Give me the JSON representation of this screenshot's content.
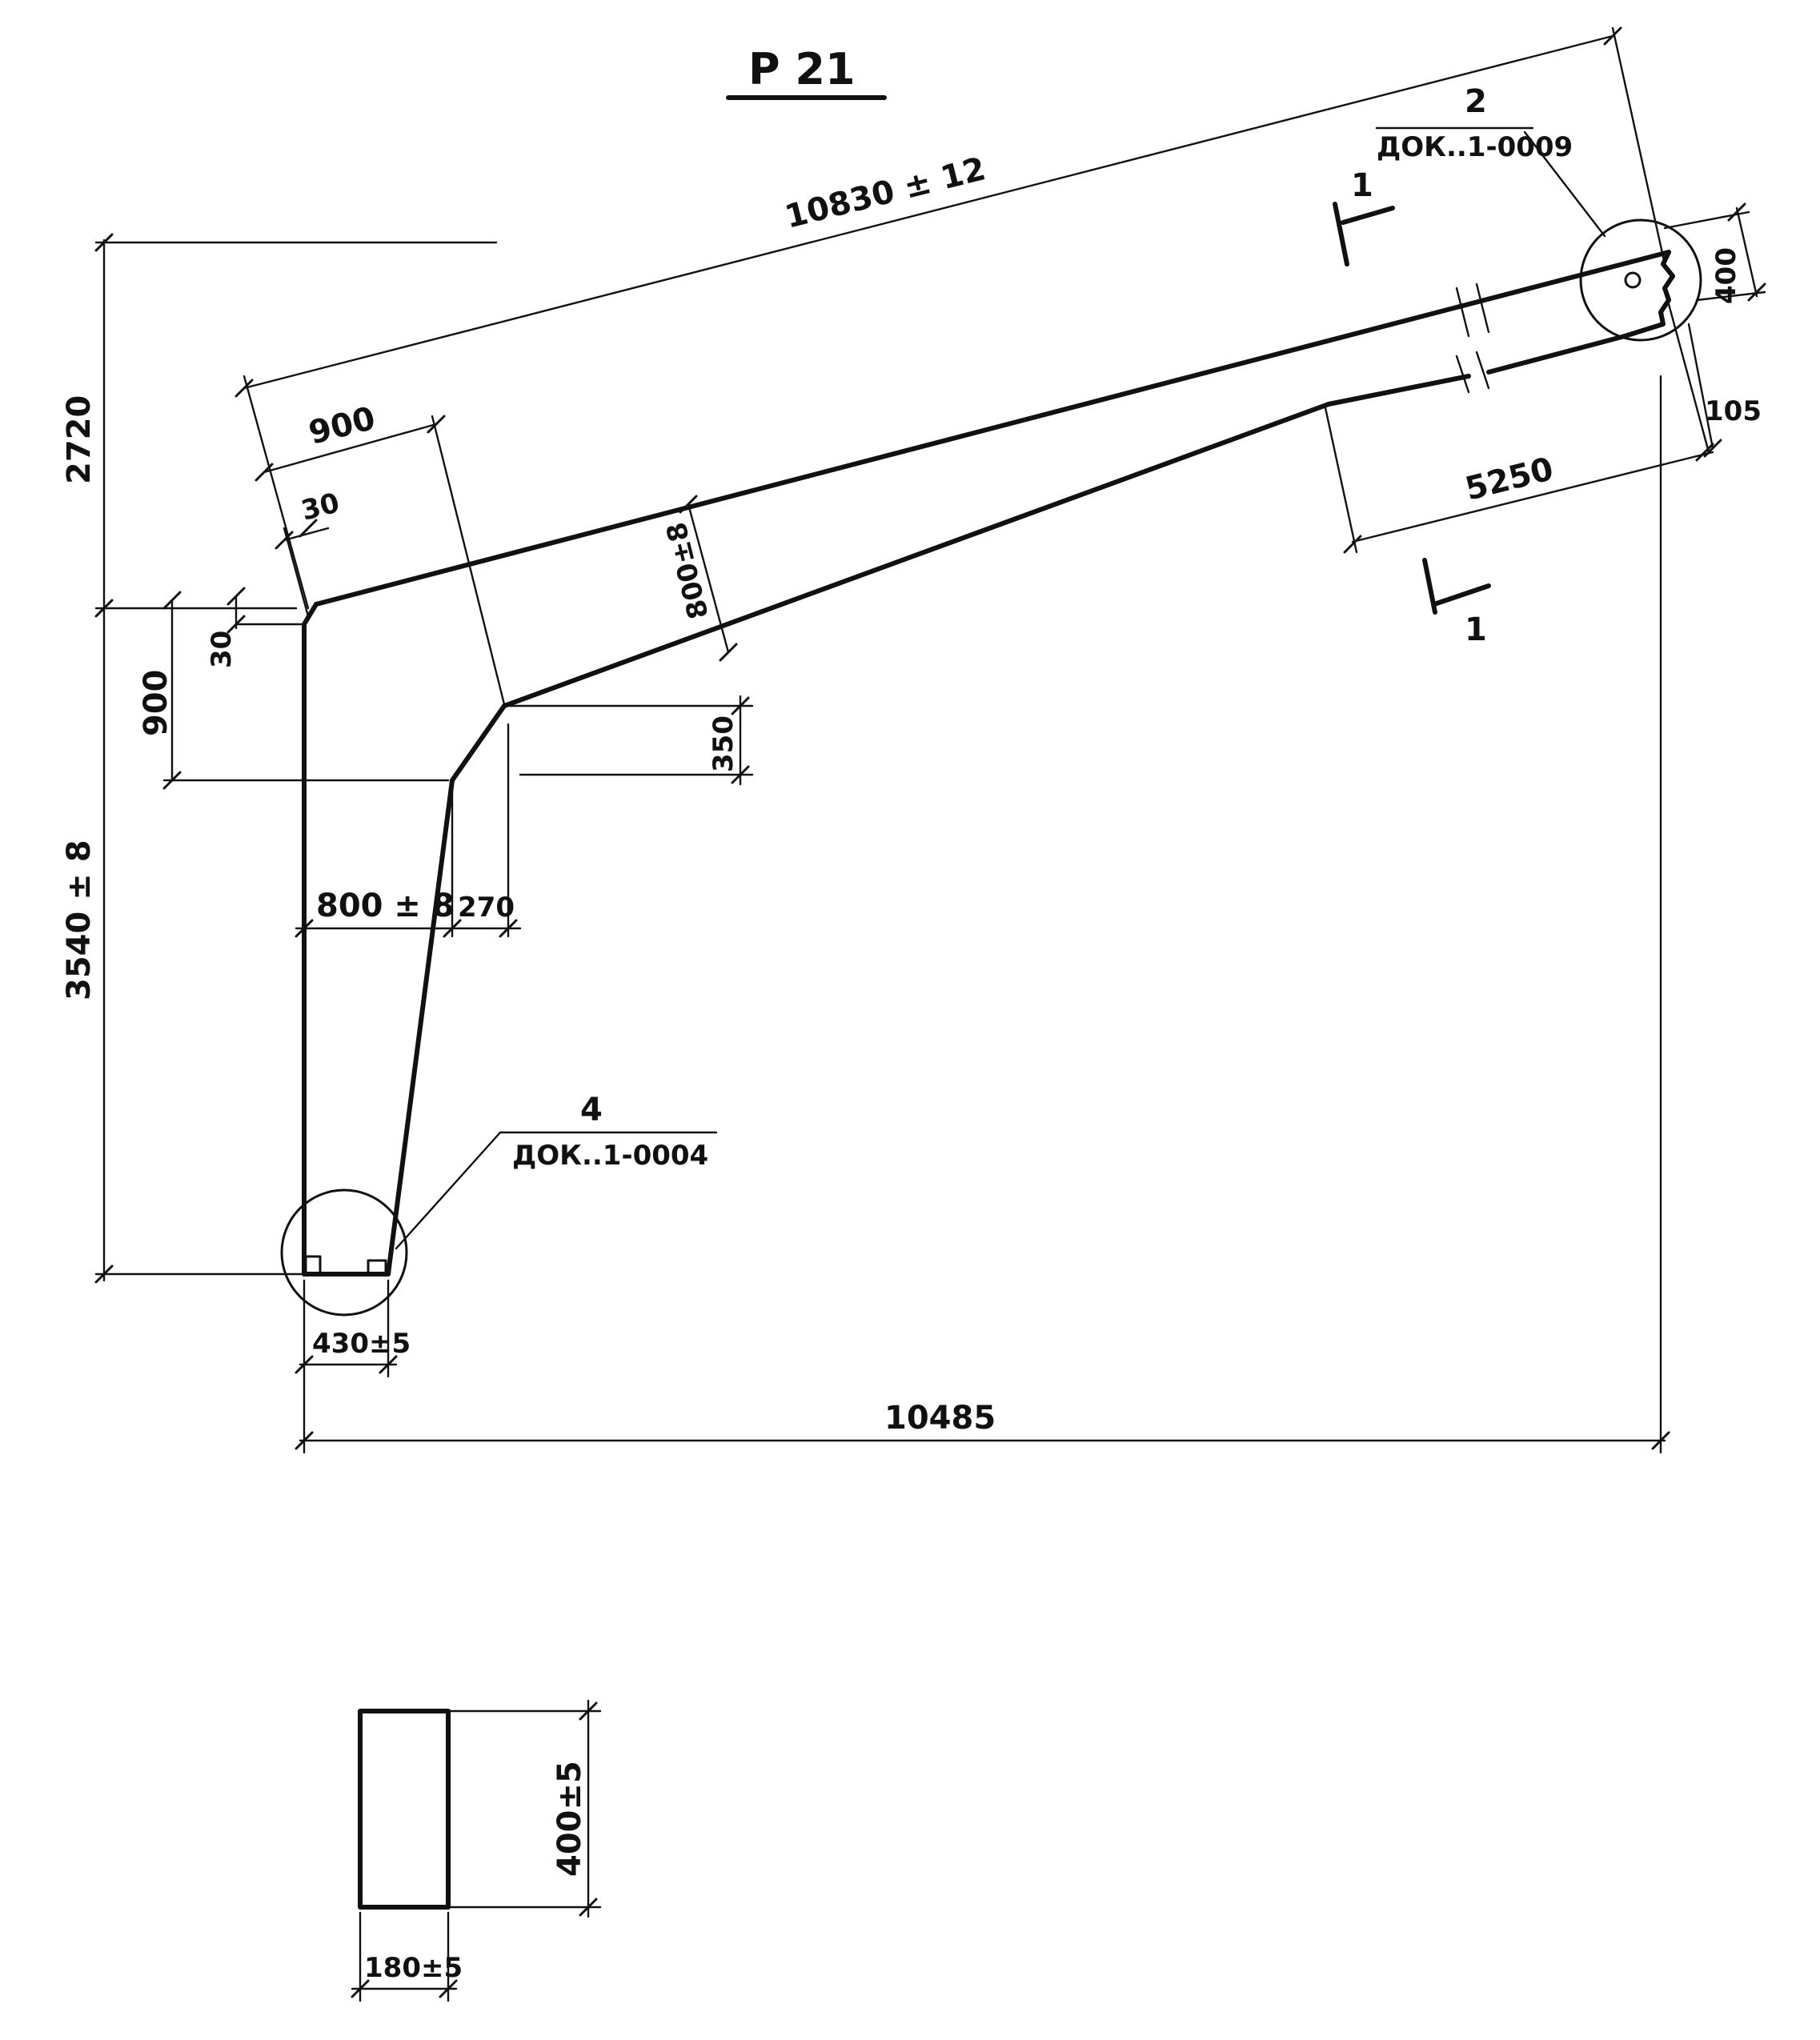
{
  "drawing": {
    "title": "Р 21",
    "dimensions": {
      "total_length": "10830 ± 12",
      "total_height": "2720",
      "horizontal_span": "10485",
      "leg_height": "3540 ± 8",
      "top_900": "900",
      "top_30": "30",
      "left_900": "900",
      "left_30": "30",
      "beam_depth": "800±8",
      "kink_350": "350",
      "leg_width": "800 ± 8",
      "offset_270": "270",
      "base_width": "430±5",
      "tip_length": "5250",
      "end_depth": "400",
      "end_offset": "105"
    },
    "callouts": {
      "top": {
        "number": "2",
        "doc": "ДОК..1-0009"
      },
      "bottom": {
        "number": "4",
        "doc": "ДОК..1-0004"
      }
    },
    "section": {
      "mark": "1",
      "height": "400±5",
      "width": "180±5"
    }
  }
}
